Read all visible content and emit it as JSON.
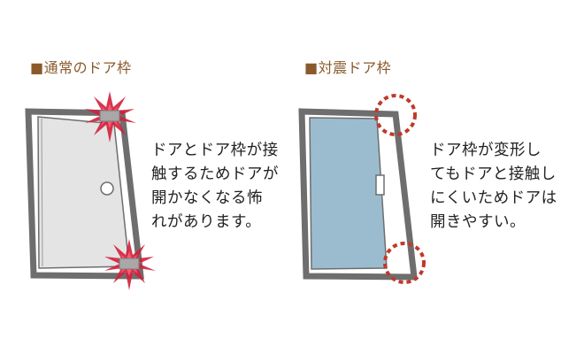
{
  "left": {
    "heading": "■通常のドア枠",
    "description": [
      "ドアとドア枠が接",
      "触するためドアが",
      "開かなくなる怖",
      "れがあります。"
    ]
  },
  "right": {
    "heading": "■対震ドア枠",
    "description": [
      "ドア枠が変形し",
      "てもドアと接触し",
      "にくいためドアは",
      "開きやすい。"
    ]
  },
  "colors": {
    "heading": "#8a5a2b",
    "frame": "#6e6e6e",
    "door_normal": "#e4e4e4",
    "door_seismic": "#9bbccf",
    "impact": "#c8102e",
    "dashed_circle": "#c0392b"
  }
}
